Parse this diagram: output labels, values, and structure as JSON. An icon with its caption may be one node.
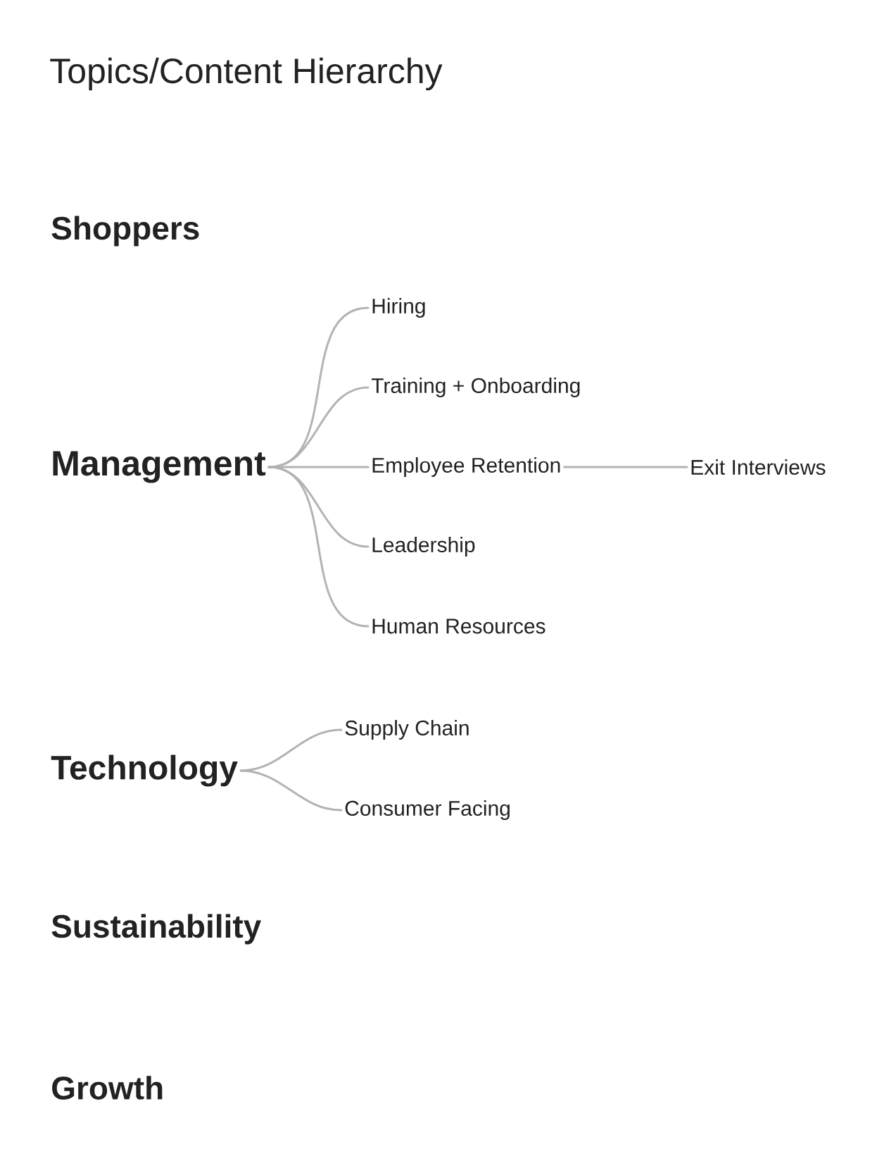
{
  "diagram": {
    "title": "Topics/Content Hierarchy",
    "nodes": [
      {
        "text": [
          "Shoppers"
        ]
      },
      {
        "text": [
          "Management"
        ]
      },
      {
        "text": [
          "Hiring"
        ]
      },
      {
        "text": [
          "Training + Onboarding"
        ]
      },
      {
        "text": [
          "Employee Retention"
        ]
      },
      {
        "text": [
          "Leadership"
        ]
      },
      {
        "text": [
          "Human Resources"
        ]
      },
      {
        "text": [
          "Exit Interviews"
        ]
      },
      {
        "text": [
          "Technology"
        ]
      },
      {
        "text": [
          "Supply Chain"
        ]
      },
      {
        "text": [
          "Consumer Facing"
        ]
      },
      {
        "text": [
          "Sustainability"
        ]
      },
      {
        "text": [
          "Growth"
        ]
      }
    ],
    "edges": [
      {
        "from": 1,
        "to": 2,
        "arrow": "none"
      },
      {
        "from": 1,
        "to": 3,
        "arrow": "none"
      },
      {
        "from": 1,
        "to": 4,
        "arrow": "none"
      },
      {
        "from": 1,
        "to": 5,
        "arrow": "none"
      },
      {
        "from": 1,
        "to": 6,
        "arrow": "none"
      },
      {
        "from": 4,
        "to": 7,
        "arrow": "none"
      },
      {
        "from": 8,
        "to": 9,
        "arrow": "none"
      },
      {
        "from": 8,
        "to": 10,
        "arrow": "none"
      }
    ]
  }
}
